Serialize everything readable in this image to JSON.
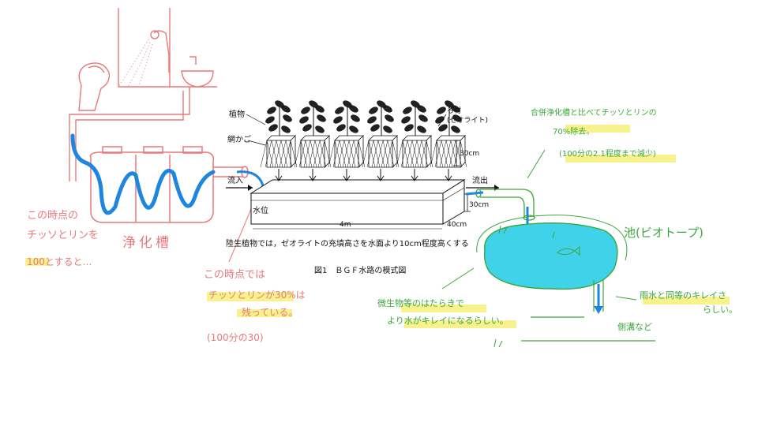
{
  "figure": {
    "plant_label": "植物",
    "basket_label": "網かご",
    "media_label": "ろ材\n(ゼオライト)",
    "inflow_label": "流入",
    "outflow_label": "流出",
    "water_level_label": "水位",
    "height_basket": "30cm",
    "height_channel": "30cm",
    "length_label": "4m",
    "width_label": "40cm",
    "caption_note": "陸生植物では，ゼオライトの充填高さを水面より10cm程度高くする",
    "figure_title": "図1　ＢＧＦ水路の模式図"
  },
  "red_notes": {
    "septic_tank": "浄化槽",
    "note_left_1": "この時点の",
    "note_left_2": "チッソとリンを",
    "note_left_3": "100とすると…",
    "note_mid_1": "この時点では",
    "note_mid_2": "チッソとリンが30%は",
    "note_mid_3": "残っている。",
    "note_mid_4": "(100分の30)"
  },
  "green_notes": {
    "top_1": "合併浄化槽と比べてチッソとリンの",
    "top_2": "70%除去。",
    "top_3": "(100分の2.1程度まで減少)",
    "pond": "池(ビオトープ)",
    "microbe_1": "微生物等のはたらきで",
    "microbe_2": "より水がキレイになるらしい。",
    "rain_1": "雨水と同等のキレイさ",
    "rain_2": "らしい。",
    "ditch": "側溝など"
  },
  "colors": {
    "red_pen": "#e8797a",
    "green_pen": "#3aa83a",
    "flow_blue": "#1f86e0",
    "pond_cyan": "#3fd2e8",
    "highlight_yellow": "#f6f07a"
  }
}
